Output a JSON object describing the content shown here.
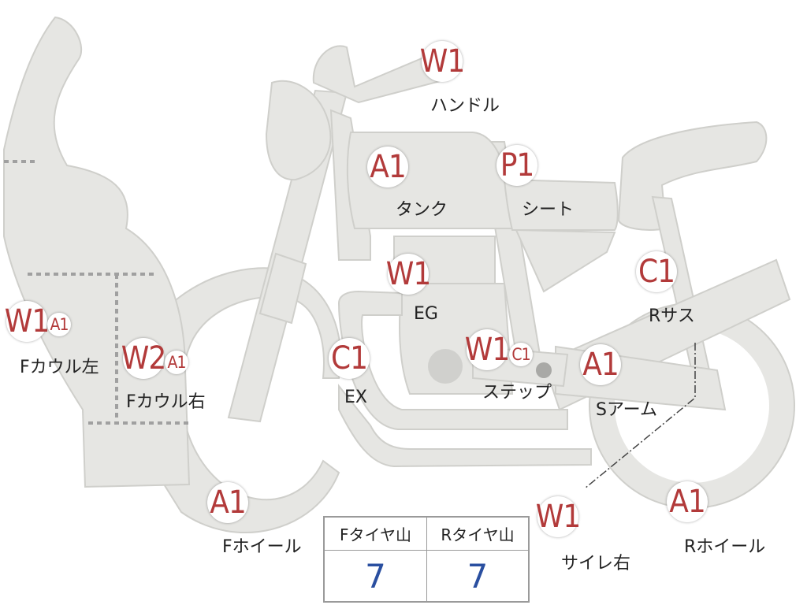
{
  "colors": {
    "grade": "#b23a3a",
    "tire_value": "#2a4fa0",
    "part_fill": "#e6e6e3"
  },
  "parts": [
    {
      "id": "handle",
      "grades": [
        "W1"
      ],
      "label": "ハンドル"
    },
    {
      "id": "tank",
      "grades": [
        "A1"
      ],
      "label": "タンク"
    },
    {
      "id": "seat",
      "grades": [
        "P1"
      ],
      "label": "シート"
    },
    {
      "id": "engine",
      "grades": [
        "W1"
      ],
      "label": "EG"
    },
    {
      "id": "r_sus",
      "grades": [
        "C1"
      ],
      "label": "Rサス"
    },
    {
      "id": "f_cowl_l",
      "grades": [
        "W1",
        "A1"
      ],
      "label": "Fカウル左"
    },
    {
      "id": "f_cowl_r",
      "grades": [
        "W2",
        "A1"
      ],
      "label": "Fカウル右"
    },
    {
      "id": "exhaust",
      "grades": [
        "C1"
      ],
      "label": "EX"
    },
    {
      "id": "step",
      "grades": [
        "W1",
        "C1"
      ],
      "label": "ステップ"
    },
    {
      "id": "s_arm",
      "grades": [
        "A1"
      ],
      "label": "Sアーム"
    },
    {
      "id": "f_wheel",
      "grades": [
        "A1"
      ],
      "label": "Fホイール"
    },
    {
      "id": "r_wheel",
      "grades": [
        "A1"
      ],
      "label": "Rホイール"
    },
    {
      "id": "silencer_r",
      "grades": [
        "W1"
      ],
      "label": "サイレ右"
    }
  ],
  "tires": {
    "front_label": "Fタイヤ山",
    "front_value": "7",
    "rear_label": "Rタイヤ山",
    "rear_value": "7"
  }
}
